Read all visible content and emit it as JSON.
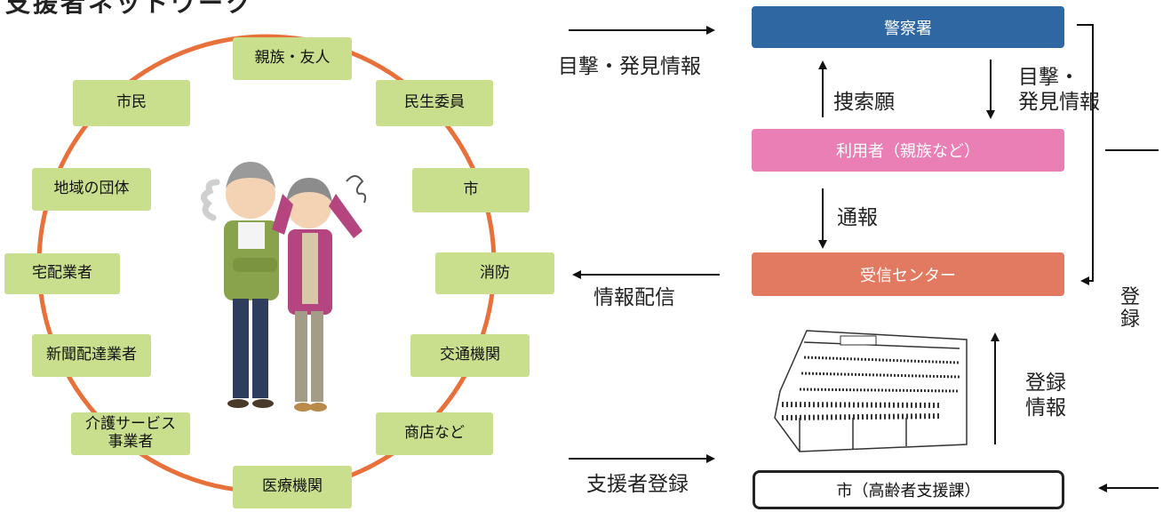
{
  "title": "支援者ネットワーク",
  "supporters": [
    {
      "id": "family",
      "label": "親族・友人"
    },
    {
      "id": "welfare",
      "label": "民生委員"
    },
    {
      "id": "city",
      "label": "市"
    },
    {
      "id": "fire",
      "label": "消防"
    },
    {
      "id": "transit",
      "label": "交通機関"
    },
    {
      "id": "shops",
      "label": "商店など"
    },
    {
      "id": "medical",
      "label": "医療機関"
    },
    {
      "id": "care",
      "label": "介護サービス\n事業者"
    },
    {
      "id": "newspaper",
      "label": "新聞配達業者"
    },
    {
      "id": "delivery",
      "label": "宅配業者"
    },
    {
      "id": "community",
      "label": "地域の団体"
    },
    {
      "id": "citizens",
      "label": "市民"
    }
  ],
  "boxes": {
    "police": "警察署",
    "user": "利用者（親族など）",
    "center": "受信センター",
    "city_office": "市（高齢者支援課）"
  },
  "labels": {
    "sighting_left": "目撃・発見情報",
    "sighting_right": "目撃・\n発見情報",
    "search_request": "捜索願",
    "report": "通報",
    "info_distribution": "情報配信",
    "registered_info": "登録\n情報",
    "register_vertical": "登\n録",
    "supporter_register": "支援者登録"
  },
  "colors": {
    "police": "#2f67a3",
    "user": "#ea7fb6",
    "center": "#e27a62",
    "supporter_node": "#c9df8e",
    "ring": "#e8703a"
  }
}
